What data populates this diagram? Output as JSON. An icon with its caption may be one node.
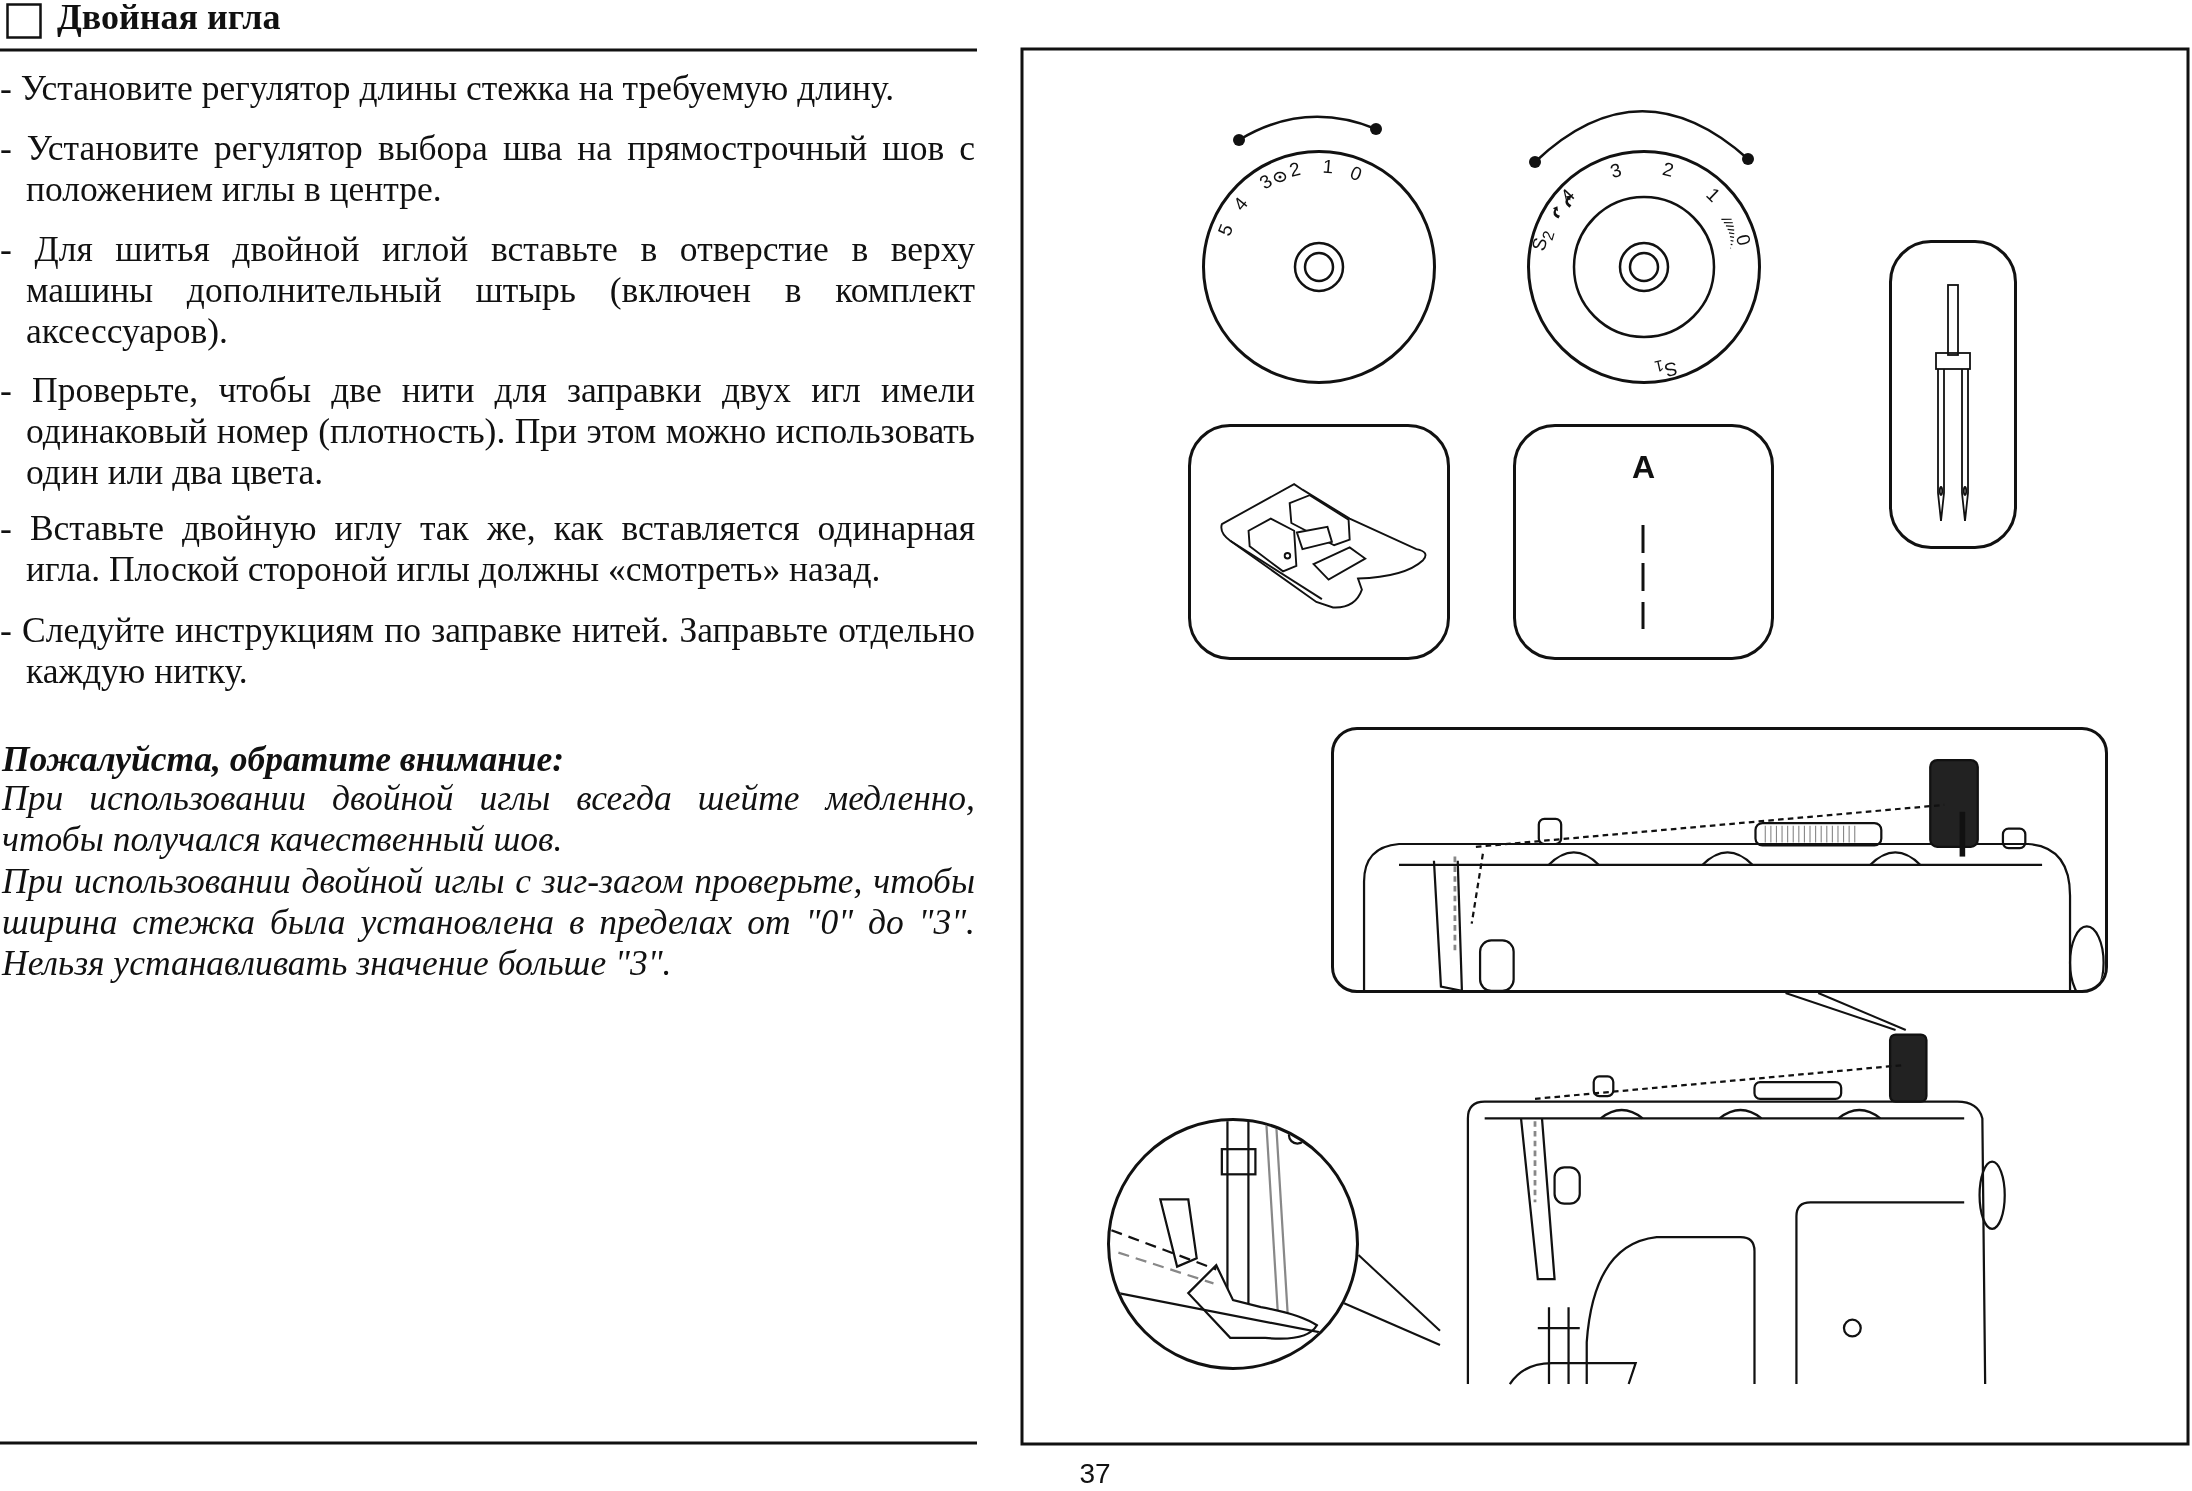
{
  "diagram": {
    "title": "Двойная игла",
    "nodes": [
      {
        "text": [
          "5",
          "4",
          "3",
          "2",
          "1",
          "0"
        ]
      },
      {
        "text": [
          "S$_{2}$",
          "4",
          "3",
          "2",
          "1",
          "0",
          "S$_{1}$"
        ]
      },
      {
        "text": [],
        "shape": "picture"
      },
      {
        "text": [],
        "shape": "picture"
      },
      {
        "text": [
          "A"
        ]
      },
      {
        "text": [],
        "shape": "picture"
      },
      {
        "text": [],
        "shape": "picture"
      },
      {
        "text": [],
        "shape": "picture"
      }
    ],
    "edges": [
      {
        "from": 5,
        "to": 7,
        "arrow": "none"
      },
      {
        "from": 5,
        "to": 7,
        "arrow": "none"
      },
      {
        "from": 6,
        "to": 7,
        "arrow": "none"
      },
      {
        "from": 6,
        "to": 7,
        "arrow": "none"
      }
    ],
    "labels": [
      "- Установите регулятор длины стежка на требуемую длину.",
      "- Установите регулятор выбора шва на прямострочный шов с положением иглы в центре.",
      "- Для шитья двойной иглой вставьте в отверстие в верху машины дополнительный штырь (включен в комплект аксессуаров).",
      "- Проверьте, чтобы две нити для заправки двух игл имели одинаковый номер (плотность). При этом можно использовать один или два цвета.",
      "- Вставьте двойную иглу так же, как вставляется одинарная игла. Плоской стороной иглы должны «смотреть» назад.",
      "- Следуйте инструкциям по заправке нитей. Заправьте отдельно каждую нитку.",
      "Пожалуйста, обратите внимание:",
      "При использовании двойной иглы всегда шейте медленно, чтобы получался качественный шов.",
      "При использовании двойной иглы с зиг-загом проверьте, чтобы ширина стежка была установлена в пределах от \"0\" до \"3\". Нельзя устанавливать значение больше \"3\".",
      "37"
    ]
  }
}
